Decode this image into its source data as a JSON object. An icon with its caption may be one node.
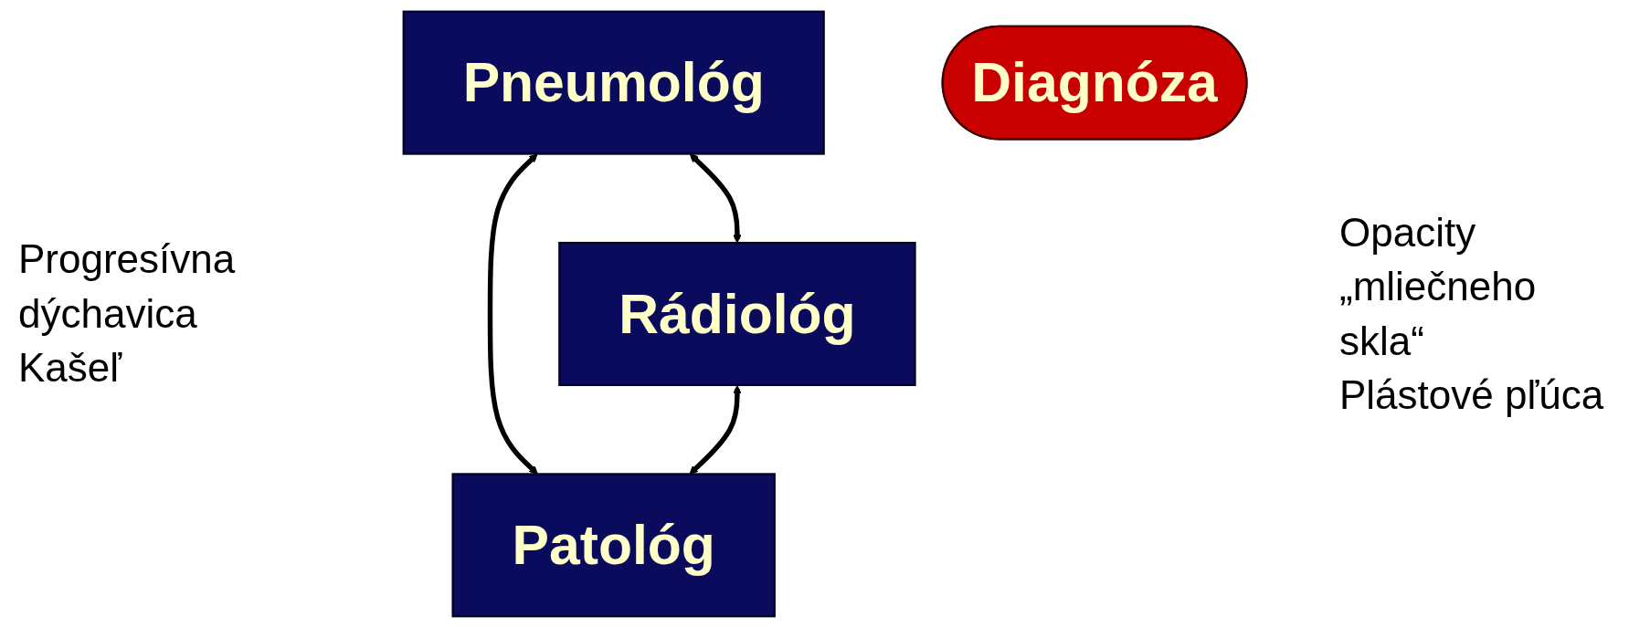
{
  "diagram": {
    "nodes": [
      {
        "text": [
          "Pneumológ"
        ]
      },
      {
        "text": [
          "Rádiológ"
        ]
      },
      {
        "text": [
          "Diagnóza"
        ]
      },
      {
        "text": [
          "Patológ"
        ]
      }
    ],
    "edges": [
      {
        "from": 0,
        "to": 1,
        "arrow": "both"
      },
      {
        "from": 0,
        "to": 3,
        "arrow": "both"
      },
      {
        "from": 1,
        "to": 3,
        "arrow": "both"
      }
    ],
    "labels": [
      "Progresívna dýchavica",
      "Kašeľ",
      "Opacity „mliečneho skla“",
      "Plástové pľúca"
    ]
  }
}
